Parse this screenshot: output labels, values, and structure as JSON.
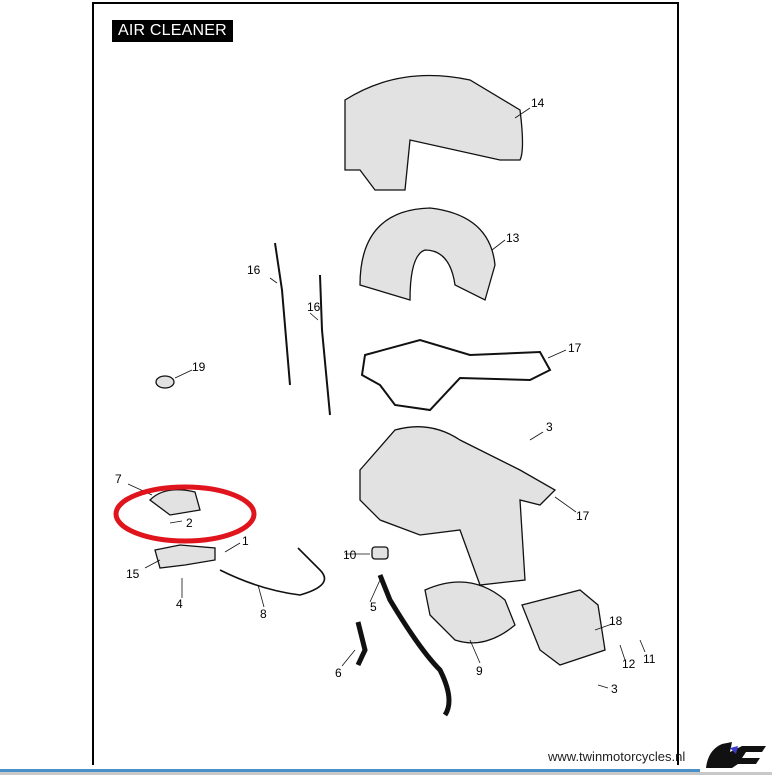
{
  "title": "AIR CLEANER",
  "callouts": [
    "14",
    "13",
    "16",
    "16",
    "17",
    "19",
    "3",
    "17",
    "7",
    "2",
    "1",
    "15",
    "4",
    "10",
    "8",
    "5",
    "6",
    "9",
    "18",
    "12",
    "11",
    "3"
  ],
  "footer": {
    "website": "www.twinmotorcycles.nl"
  },
  "colors": {
    "highlight": "#e0141c",
    "accent_line": "#4a8fc8"
  }
}
